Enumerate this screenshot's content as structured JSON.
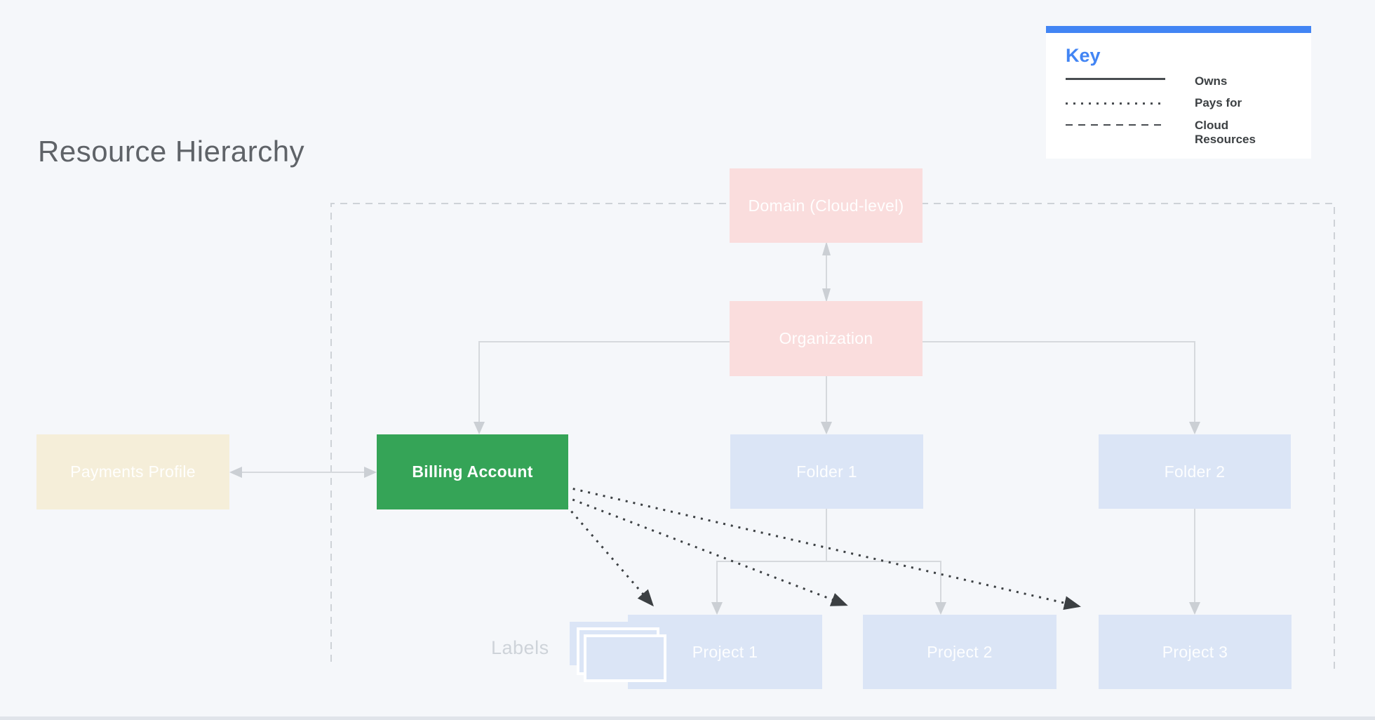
{
  "title": "Resource Hierarchy",
  "legend": {
    "title": "Key",
    "items": [
      {
        "style": "solid",
        "label": "Owns"
      },
      {
        "style": "dotted",
        "label": "Pays for"
      },
      {
        "style": "dashed",
        "label": "Cloud Resources"
      }
    ]
  },
  "nodes": {
    "domain": {
      "label": "Domain (Cloud-level)"
    },
    "organization": {
      "label": "Organization"
    },
    "payments_profile": {
      "label": "Payments Profile"
    },
    "billing_account": {
      "label": "Billing Account"
    },
    "folder1": {
      "label": "Folder 1"
    },
    "folder2": {
      "label": "Folder 2"
    },
    "project1": {
      "label": "Project 1"
    },
    "project2": {
      "label": "Project 2"
    },
    "project3": {
      "label": "Project 3"
    }
  },
  "labels_caption": "Labels",
  "colors": {
    "background": "#f5f7fa",
    "accent_blue": "#4285f4",
    "highlight_green": "#35a457",
    "node_pink": "#fadddd",
    "node_blue": "#dbe5f6",
    "node_cream": "#f5eed9",
    "connector_grey": "#d6d9dd",
    "arrowhead_grey": "#cbcfd4",
    "dashed_boundary_grey": "#ced2d7",
    "pays_for_dark": "#3c4043"
  }
}
